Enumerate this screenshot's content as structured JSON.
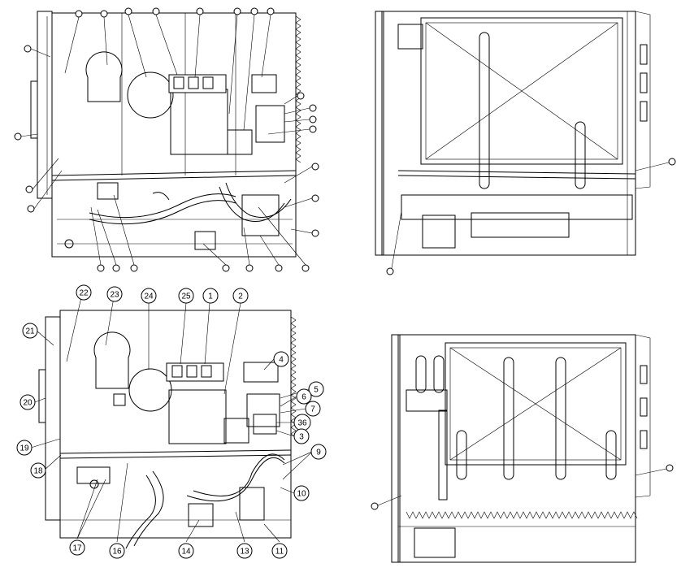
{
  "diagram": {
    "views": [
      {
        "id": "top-left-view",
        "callouts": []
      },
      {
        "id": "top-right-view",
        "callouts": []
      },
      {
        "id": "bottom-left-view",
        "callouts": [
          "22",
          "23",
          "24",
          "25",
          "1",
          "2",
          "21",
          "4",
          "5",
          "20",
          "6",
          "7",
          "36",
          "3",
          "19",
          "18",
          "9",
          "10",
          "17",
          "16",
          "14",
          "13",
          "11"
        ]
      },
      {
        "id": "bottom-right-view",
        "callouts": []
      }
    ],
    "labels": {
      "c22": "22",
      "c23": "23",
      "c24": "24",
      "c25": "25",
      "c1": "1",
      "c2": "2",
      "c21": "21",
      "c4": "4",
      "c5": "5",
      "c20": "20",
      "c6": "6",
      "c7": "7",
      "c36": "36",
      "c3": "3",
      "c19": "19",
      "c18": "18",
      "c9": "9",
      "c10": "10",
      "c17": "17",
      "c16": "16",
      "c14": "14",
      "c13": "13",
      "c11": "11"
    }
  }
}
